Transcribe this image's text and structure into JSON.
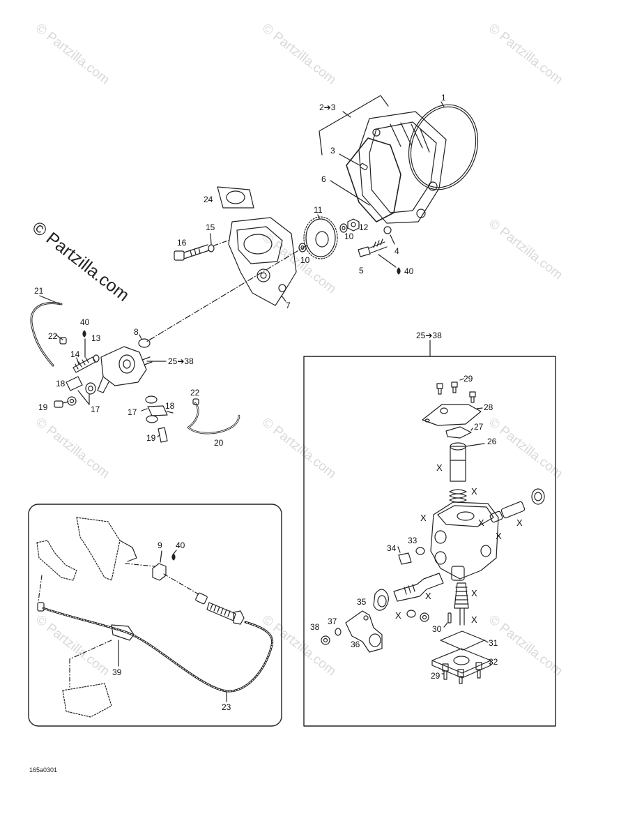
{
  "watermark": "© Partzilla.com",
  "drawing_code": "165a0301",
  "kit_ref": "25➔38",
  "kit_ref_1": "2➔3",
  "labels": {
    "l1": "1",
    "l3": "3",
    "l4": "4",
    "l5": "5",
    "l6": "6",
    "l7": "7",
    "l8": "8",
    "l9": "9",
    "l10a": "10",
    "l10b": "10",
    "l11": "11",
    "l12": "12",
    "l13": "13",
    "l14": "14",
    "l15": "15",
    "l16": "16",
    "l17a": "17",
    "l17b": "17",
    "l18a": "18",
    "l18b": "18",
    "l19a": "19",
    "l19b": "19",
    "l20": "20",
    "l21": "21",
    "l22a": "22",
    "l22b": "22",
    "l23": "23",
    "l24": "24",
    "l26": "26",
    "l27": "27",
    "l28": "28",
    "l29a": "29",
    "l29b": "29",
    "l30": "30",
    "l31": "31",
    "l32": "32",
    "l33": "33",
    "l34": "34",
    "l35": "35",
    "l36": "36",
    "l37": "37",
    "l38": "38",
    "l39": "39",
    "l40a": "40",
    "l40b": "40",
    "l40c": "40",
    "x": "X"
  },
  "colors": {
    "line": "#222222",
    "watermark": "#d9d9d9"
  }
}
